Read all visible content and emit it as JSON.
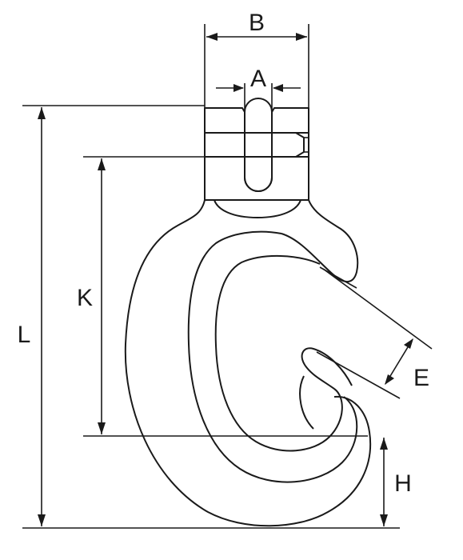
{
  "diagram": {
    "labels": {
      "A": "A",
      "B": "B",
      "E": "E",
      "H": "H",
      "K": "K",
      "L": "L"
    },
    "colors": {
      "stroke": "#1a1a1a",
      "background": "#ffffff"
    }
  }
}
